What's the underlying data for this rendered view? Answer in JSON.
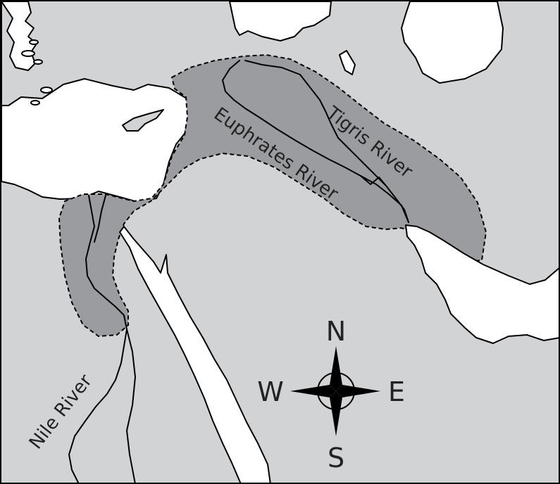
{
  "labels": {
    "tigris": "Tigris River",
    "euphrates": "Euphrates River",
    "nile": "Nile River"
  },
  "compass": {
    "north": "N",
    "south": "S",
    "east": "E",
    "west": "W"
  },
  "colors": {
    "land": "#d2d3d5",
    "water": "#ffffff",
    "fertile_crescent": "#9b9ca0",
    "outline": "#000000"
  },
  "icons": [
    "compass-rose-icon"
  ]
}
